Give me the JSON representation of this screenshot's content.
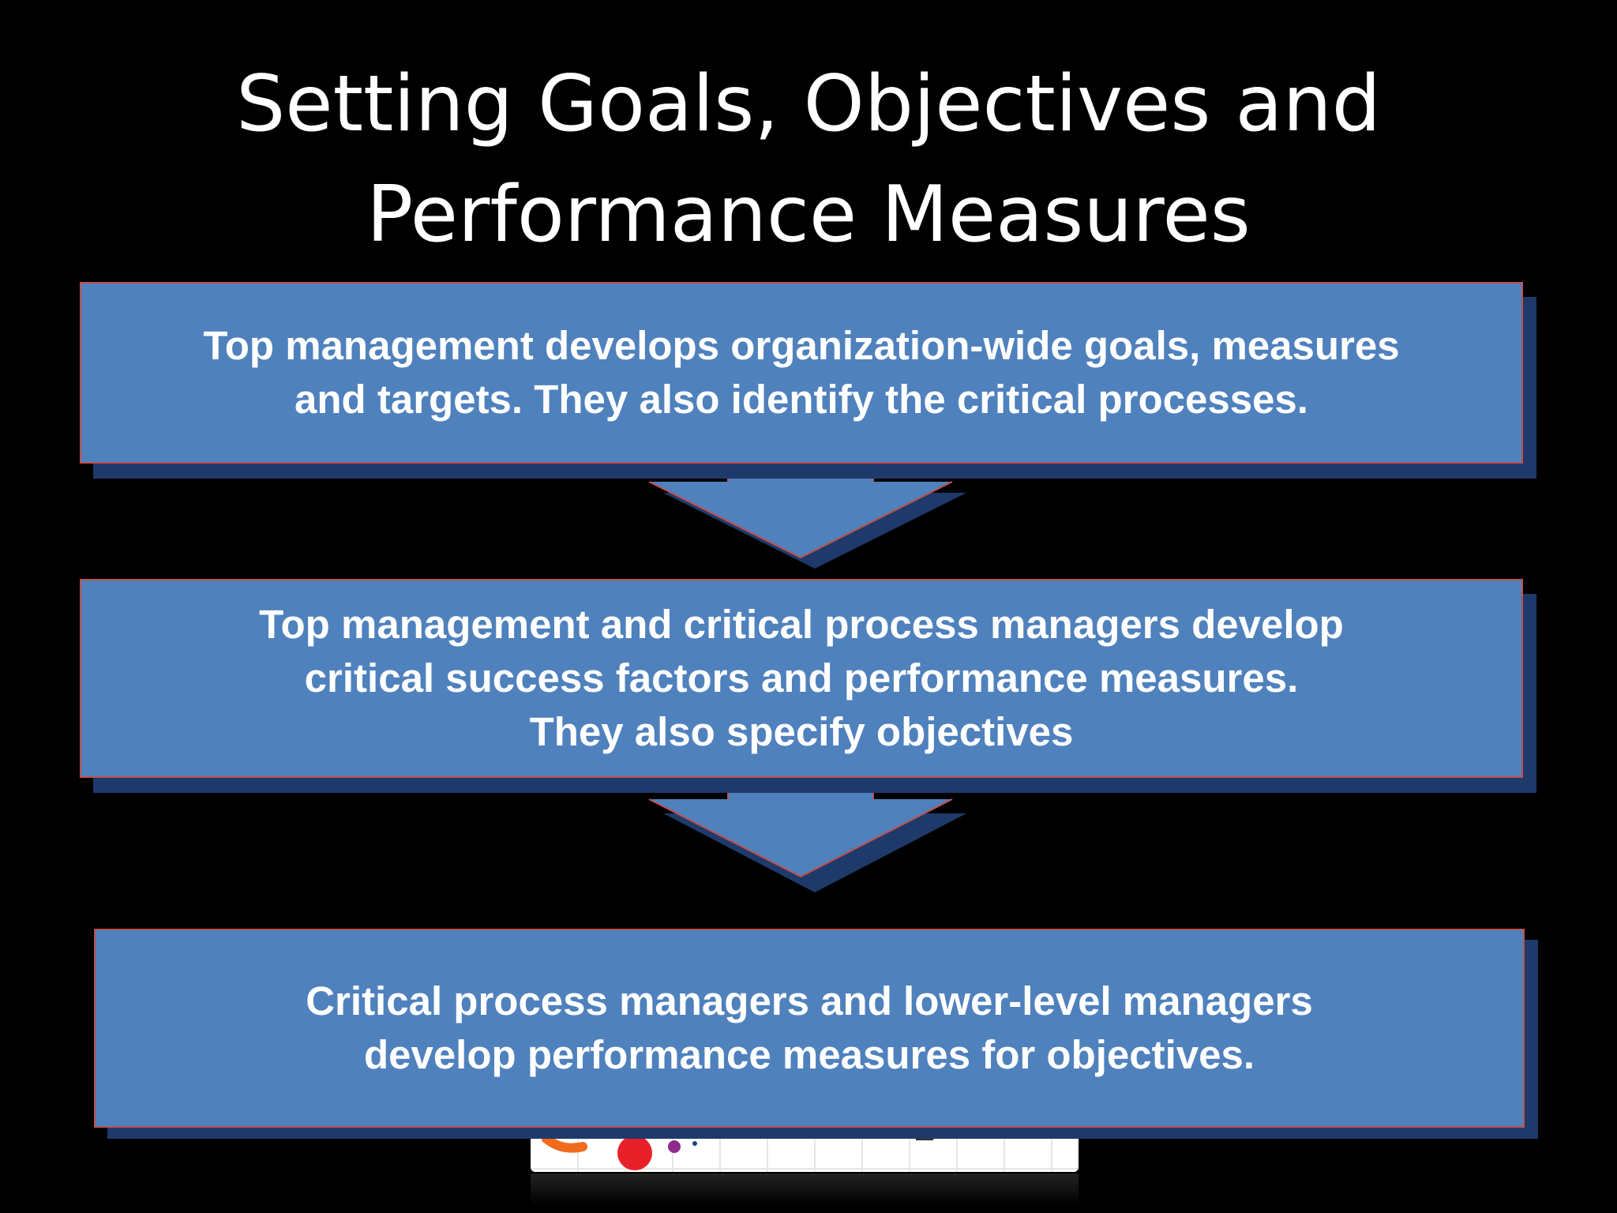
{
  "slide": {
    "title_lines": [
      "Setting Goals, Objectives and",
      "Performance Measures"
    ],
    "steps": [
      {
        "lines": [
          "Top management develops organization-wide goals, measures",
          "and targets.  They also identify the critical processes."
        ]
      },
      {
        "lines": [
          "Top management and critical process managers develop",
          "critical success factors and performance measures.",
          "They also specify objectives"
        ]
      },
      {
        "lines": [
          "Critical process managers and lower-level managers",
          "develop performance measures for objectives."
        ]
      }
    ],
    "colors": {
      "background": "#000000",
      "box_fill": "#4f81bd",
      "box_border": "#c0504d",
      "box_shadow": "#1e3a6b",
      "text": "#ffffff"
    },
    "icons": {
      "arrow": "down-arrow-icon"
    }
  }
}
